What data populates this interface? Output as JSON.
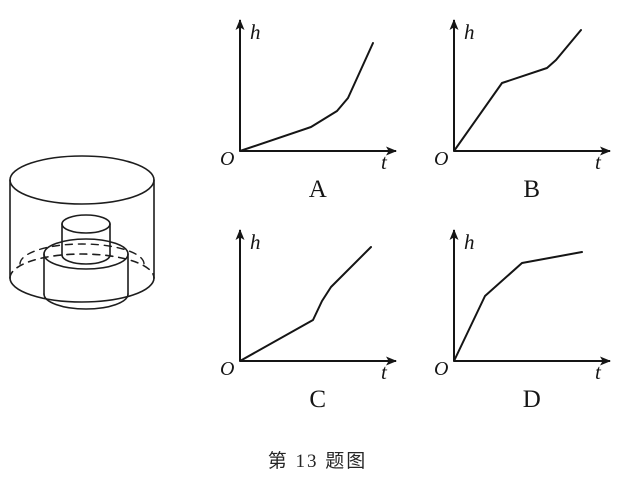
{
  "figure": {
    "caption": "第 13 题图",
    "solid": {
      "name": "cylindrical-container-with-stacked-inner-cylinders",
      "outer_cylinder": "open cylindrical vessel",
      "inner_parts": [
        "wide lower cylinder",
        "narrow upper cylinder"
      ],
      "hidden_edge_style": "dashed"
    }
  },
  "axes": {
    "vertical_label": "h",
    "horizontal_label": "t",
    "origin_label": "O"
  },
  "options": [
    {
      "letter": "A",
      "id": "panel-a"
    },
    {
      "letter": "B",
      "id": "panel-b"
    },
    {
      "letter": "C",
      "id": "panel-c"
    },
    {
      "letter": "D",
      "id": "panel-d"
    }
  ],
  "chart_data": [
    {
      "type": "line",
      "title": "A",
      "xlabel": "t",
      "ylabel": "h",
      "xlim": [
        0,
        1
      ],
      "ylim": [
        0,
        1
      ],
      "grid": false,
      "legend": "none",
      "description": "slow steady rise then sharply steeper at the end (convex / increasing slope)",
      "points": [
        {
          "t": 0.0,
          "h": 0.0
        },
        {
          "t": 0.46,
          "h": 0.2
        },
        {
          "t": 0.63,
          "h": 0.33
        },
        {
          "t": 0.7,
          "h": 0.44
        },
        {
          "t": 0.86,
          "h": 0.9
        }
      ]
    },
    {
      "type": "line",
      "title": "B",
      "xlabel": "t",
      "ylabel": "h",
      "xlim": [
        0,
        1
      ],
      "ylim": [
        0,
        1
      ],
      "grid": false,
      "legend": "none",
      "description": "steep rise, then gentler middle section, then steep again",
      "points": [
        {
          "t": 0.0,
          "h": 0.0
        },
        {
          "t": 0.31,
          "h": 0.52
        },
        {
          "t": 0.6,
          "h": 0.68
        },
        {
          "t": 0.66,
          "h": 0.74
        },
        {
          "t": 0.82,
          "h": 0.98
        }
      ]
    },
    {
      "type": "line",
      "title": "C",
      "xlabel": "t",
      "ylabel": "h",
      "xlim": [
        0,
        1
      ],
      "ylim": [
        0,
        1
      ],
      "grid": false,
      "legend": "none",
      "description": "gentle steady rise, a short steep jump in the middle, then moderate steady rise",
      "points": [
        {
          "t": 0.0,
          "h": 0.0
        },
        {
          "t": 0.47,
          "h": 0.31
        },
        {
          "t": 0.53,
          "h": 0.46
        },
        {
          "t": 0.58,
          "h": 0.57
        },
        {
          "t": 0.84,
          "h": 0.88
        }
      ]
    },
    {
      "type": "line",
      "title": "D",
      "xlabel": "t",
      "ylabel": "h",
      "xlim": [
        0,
        1
      ],
      "ylim": [
        0,
        1
      ],
      "grid": false,
      "legend": "none",
      "description": "steep start then progressively flatter (concave / decreasing slope)",
      "points": [
        {
          "t": 0.0,
          "h": 0.0
        },
        {
          "t": 0.2,
          "h": 0.5
        },
        {
          "t": 0.44,
          "h": 0.77
        },
        {
          "t": 0.82,
          "h": 0.88
        }
      ]
    }
  ]
}
